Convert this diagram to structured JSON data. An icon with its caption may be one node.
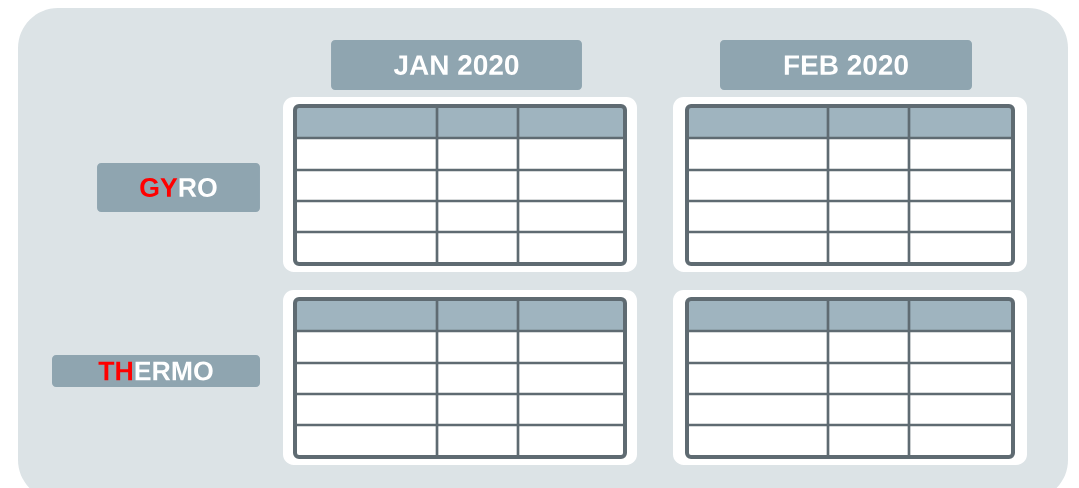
{
  "diagram": {
    "nodes": [
      {
        "text": [
          "JAN 2020"
        ]
      },
      {
        "text": [
          "FEB 2020"
        ]
      },
      {
        "text": [
          "GY",
          "RO"
        ]
      },
      {
        "text": [
          "TH",
          "ERMO"
        ]
      }
    ]
  }
}
